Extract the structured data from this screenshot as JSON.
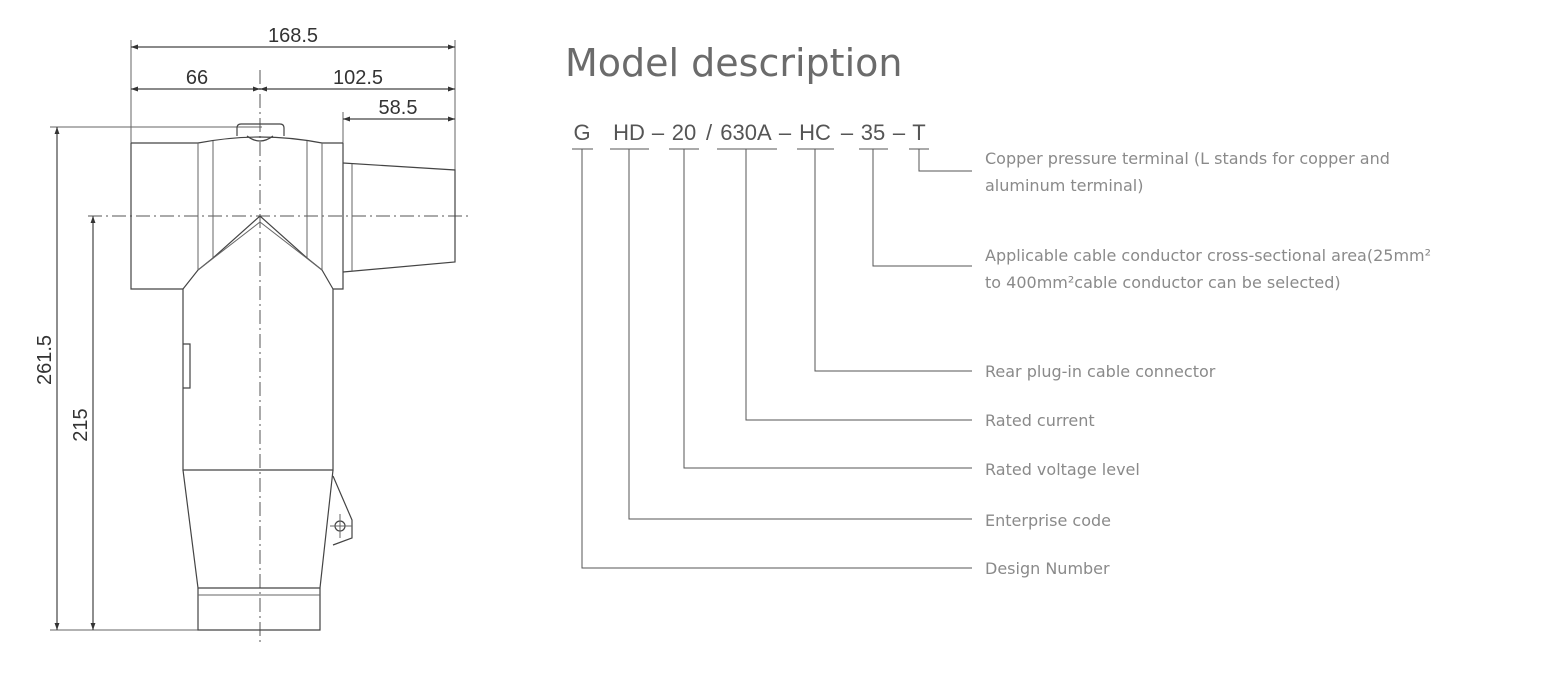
{
  "title": "Model description",
  "dimensions": {
    "overall_width": "168.5",
    "left_part": "66",
    "right_part": "102.5",
    "bushing": "58.5",
    "overall_height": "261.5",
    "center_height": "215"
  },
  "model_code": {
    "segments": [
      "G",
      "HD",
      "20",
      "630A",
      "HC",
      "35",
      "T"
    ],
    "separators": [
      "–",
      "/",
      "–",
      "–",
      "–"
    ]
  },
  "descriptions": {
    "terminal_line1": "Copper pressure terminal (L stands for copper and",
    "terminal_line2": "aluminum terminal)",
    "area_line1": "Applicable cable conductor cross-sectional area(25mm²",
    "area_line2": "to 400mm²cable conductor can be selected)",
    "connector": "Rear plug-in cable connector",
    "current": "Rated current",
    "voltage": "Rated voltage level",
    "enterprise": "Enterprise code",
    "design": "Design Number"
  }
}
